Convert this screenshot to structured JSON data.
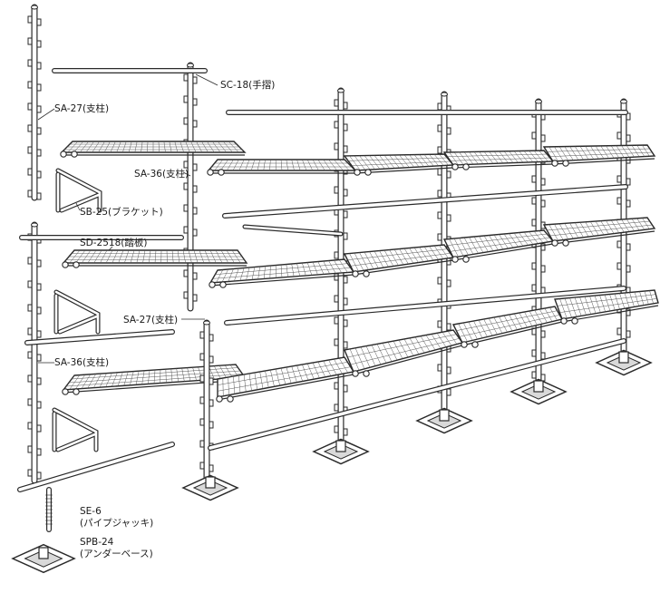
{
  "labels": {
    "sc18": "SC-18(手摺)",
    "sa27_top": "SA-27(支柱)",
    "sa36_top": "SA-36(支柱)",
    "sb25": "SB-25(ブラケット)",
    "sd2518": "SD-2518(踏板)",
    "sa27_mid": "SA-27(支柱)",
    "sa36_bot": "SA-36(支柱)",
    "se6_code": "SE-6",
    "se6_name": "(パイプジャッキ)",
    "spb24_code": "SPB-24",
    "spb24_name": "(アンダーベース)"
  },
  "colors": {
    "line": "#2a2a2a",
    "fill": "#ffffff",
    "mesh": "#555555"
  }
}
